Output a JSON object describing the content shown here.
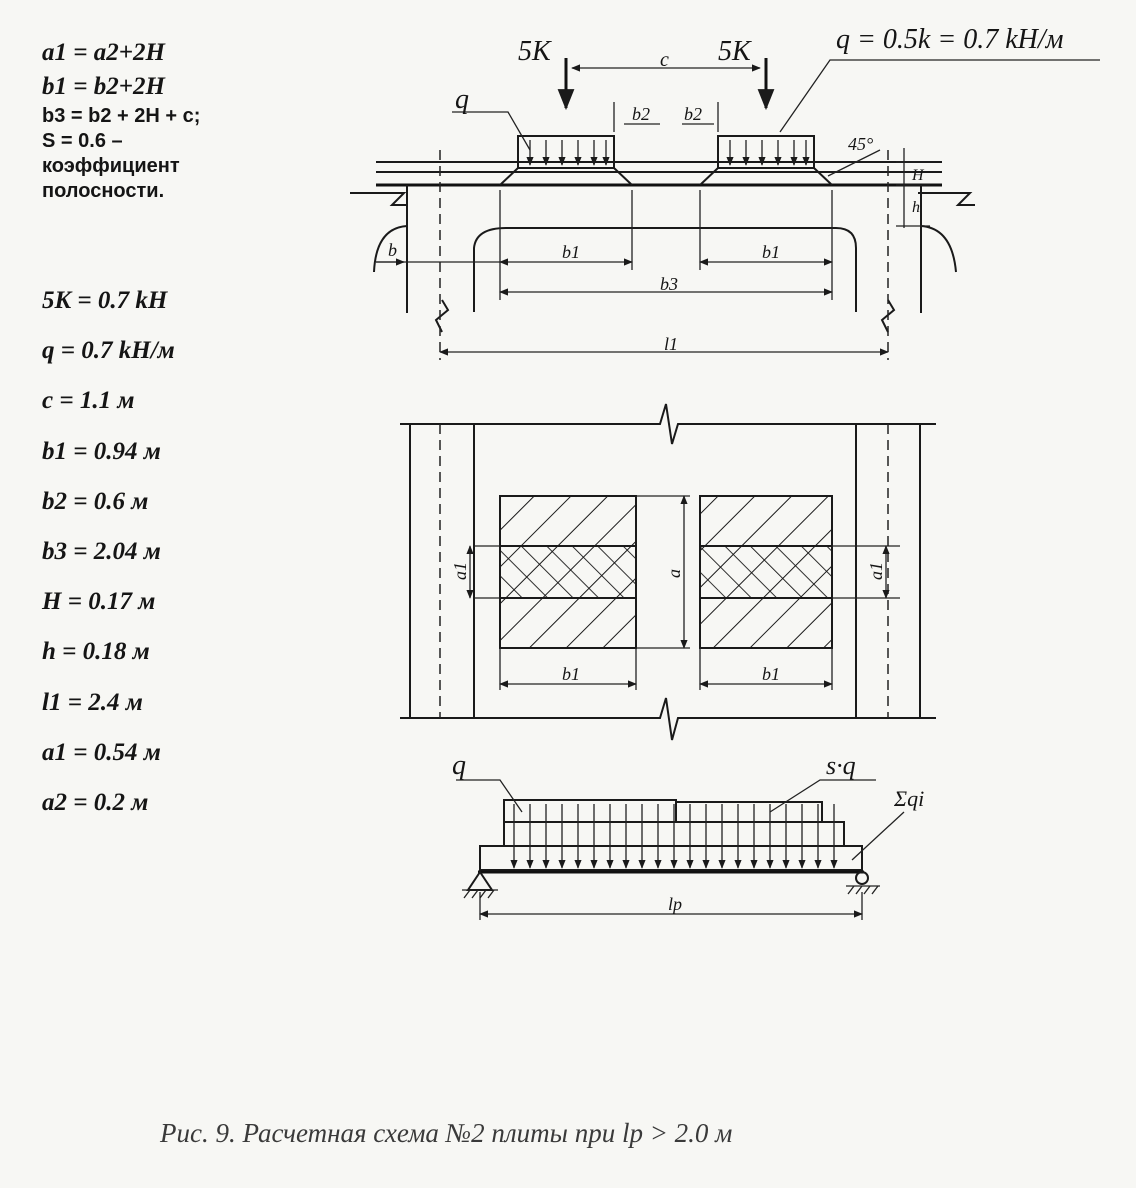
{
  "formulas": {
    "a1": "a1 = a2+2H",
    "b1": "b1 = b2+2H",
    "b3": "b3 = b2 + 2H + c;",
    "s_line1": "S = 0.6 –",
    "s_line2": "коэффициент",
    "s_line3": "полосности."
  },
  "parameters": [
    "5K = 0.7 kH",
    "q = 0.7 kH/м",
    "c = 1.1 м",
    "b1 = 0.94 м",
    "b2 = 0.6 м",
    "b3 = 2.04 м",
    "H = 0.17 м",
    "h = 0.18 м",
    "l1 = 2.4 м",
    "a1 = 0.54 м",
    "a2 = 0.2 м"
  ],
  "section_labels": {
    "load_left": "5K",
    "load_right": "5K",
    "spacing": "c",
    "q": "q",
    "q_formula": "q = 0.5k = 0.7 kH/м",
    "b2": "b2",
    "b1": "b1",
    "b3": "b3",
    "b": "b",
    "l1": "l1",
    "angle": "45°",
    "H": "H",
    "h": "h"
  },
  "plan_labels": {
    "a1": "a1",
    "a": "a",
    "b1": "b1"
  },
  "load_diagram_labels": {
    "q": "q",
    "sq": "s·q",
    "sum_q": "Σqi",
    "lp": "lp"
  },
  "caption": "Рис. 9.   Расчетная схема №2 плиты  при lp > 2.0 м"
}
